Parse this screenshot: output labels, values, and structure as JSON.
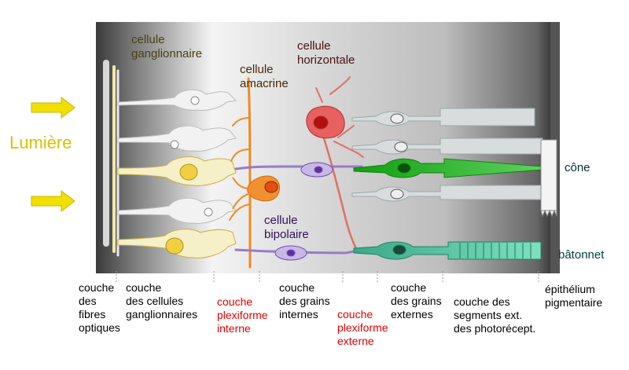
{
  "light": {
    "label": "Lumière"
  },
  "cells": {
    "ganglion": "cellule\nganglionnaire",
    "amacrine": "cellule\namacrine",
    "horizontal": "cellule\nhorizontale",
    "bipolar": "cellule\nbipolaire",
    "cone": "cône",
    "rod": "bâtonnet"
  },
  "layers": {
    "optic_fibers": "couche\ndes\nfibres\noptiques",
    "ganglion_cells": "couche\ndes cellules\nganglionnaires",
    "inner_plexiform": "couche\nplexiforme\ninterne",
    "inner_nuclear": "couche\ndes grains\ninternes",
    "outer_plexiform": "couche\nplexiforme\nexterne",
    "outer_nuclear": "couche\ndes grains\nexternes",
    "photoreceptor_segments": "couche des\nsegments ext.\ndes photorécept.",
    "pigment_epithelium": "épithélium\npigmentaire"
  },
  "colors": {
    "light_arrow": "#f0e000",
    "light_text": "#d8c000",
    "plexiform_text": "#e00000",
    "ganglion_cell": "#e8e8e8",
    "ganglion_highlight": "#f0e060",
    "amacrine": "#f08a20",
    "horizontal": "#e06060",
    "bipolar": "#a080d0",
    "cone": "#20a020",
    "rod": "#40b090"
  }
}
